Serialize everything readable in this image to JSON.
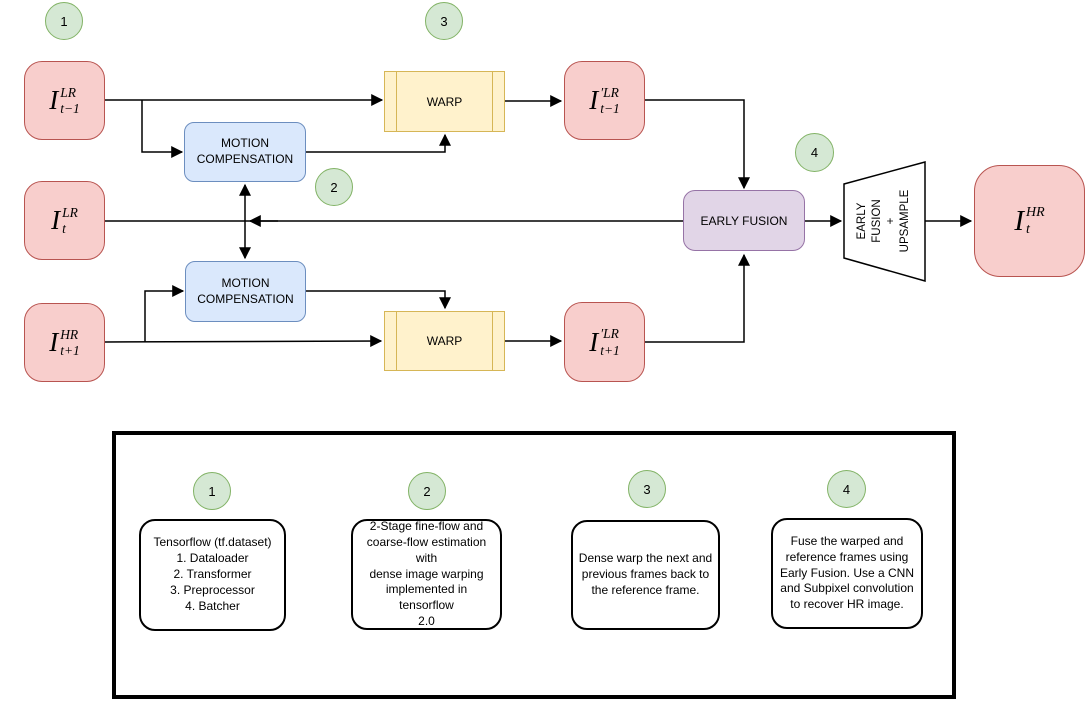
{
  "diagram": {
    "badges": {
      "b1": "1",
      "b2": "2",
      "b3": "3",
      "b4": "4"
    },
    "frames": {
      "prev": {
        "base": "I",
        "sup": "LR",
        "sub": "t−1"
      },
      "cur": {
        "base": "I",
        "sup": "LR",
        "sub": "t"
      },
      "next": {
        "base": "I",
        "sup": "HR",
        "sub": "t+1"
      },
      "warped_prev": {
        "base": "I",
        "sup": "′LR",
        "sub": "t−1"
      },
      "warped_next": {
        "base": "I",
        "sup": "′LR",
        "sub": "t+1"
      },
      "output": {
        "base": "I",
        "sup": "HR",
        "sub": "t"
      }
    },
    "blocks": {
      "mc_top": "MOTION\nCOMPENSATION",
      "mc_bottom": "MOTION\nCOMPENSATION",
      "warp_top": "WARP",
      "warp_bottom": "WARP",
      "early_fusion": "EARLY FUSION",
      "upsample": "EARLY\nFUSION\n+\nUPSAMPLE"
    },
    "palette": {
      "frame_fill": "#f8cecc",
      "frame_stroke": "#b85450",
      "mc_fill": "#dae8fc",
      "mc_stroke": "#6c8ebf",
      "warp_fill": "#fff2cc",
      "warp_stroke": "#d6b656",
      "fusion_fill": "#e1d5e7",
      "fusion_stroke": "#9673a6",
      "badge_fill": "#d5e8d4",
      "badge_stroke": "#82b366",
      "line": "#000000"
    }
  },
  "legend": {
    "items": [
      {
        "badge": "1",
        "text": "Tensorflow (tf.dataset)\n1. Dataloader\n2. Transformer\n3. Preprocessor\n4. Batcher"
      },
      {
        "badge": "2",
        "text": "2-Stage fine-flow and\ncoarse-flow estimation with\ndense image warping\nimplemented in tensorflow\n2.0"
      },
      {
        "badge": "3",
        "text": "Dense warp the next and\nprevious frames back to\nthe reference frame."
      },
      {
        "badge": "4",
        "text": "Fuse the warped and\nreference frames using\nEarly Fusion. Use a CNN\nand Subpixel convolution\nto recover HR image."
      }
    ]
  }
}
